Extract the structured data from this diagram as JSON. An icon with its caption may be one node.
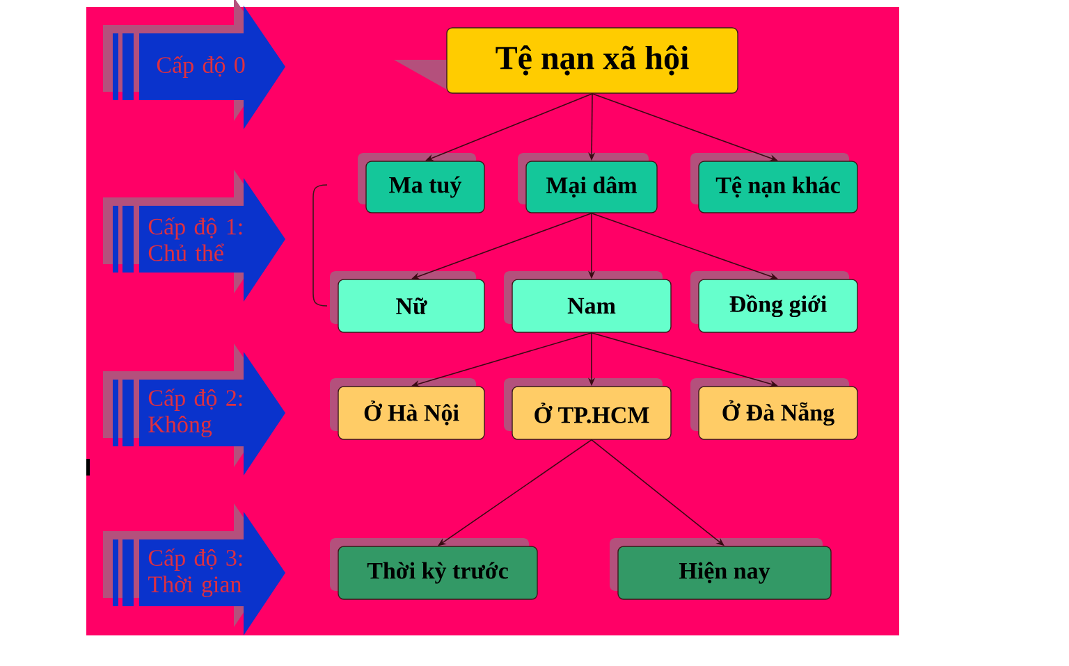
{
  "diagram": {
    "nodes": [
      {
        "text": [
          "Cấp độ 0"
        ]
      },
      {
        "text": [
          "Cấp độ 1: Chủ thể"
        ]
      },
      {
        "text": [
          "Cấp độ 2: Không"
        ]
      },
      {
        "text": [
          "Cấp độ 3: Thời gian"
        ]
      },
      {
        "text": [
          "Tệ nạn xã hội"
        ]
      },
      {
        "text": [
          "Ma tuý"
        ]
      },
      {
        "text": [
          "Mại dâm"
        ]
      },
      {
        "text": [
          "Tệ nạn khác"
        ]
      },
      {
        "text": [
          "Nữ"
        ]
      },
      {
        "text": [
          "Nam"
        ]
      },
      {
        "text": [
          "Đồng giới"
        ]
      },
      {
        "text": [
          "Ở Hà Nội"
        ]
      },
      {
        "text": [
          "Ở TP.HCM"
        ]
      },
      {
        "text": [
          "Ở Đà Nẵng"
        ]
      },
      {
        "text": [
          "Thời kỳ trước"
        ]
      },
      {
        "text": [
          "Hiện nay"
        ]
      }
    ],
    "edges": [
      {
        "from": 4,
        "to": 5,
        "arrow": "to"
      },
      {
        "from": 4,
        "to": 6,
        "arrow": "to"
      },
      {
        "from": 4,
        "to": 7,
        "arrow": "to"
      },
      {
        "from": 6,
        "to": 8,
        "arrow": "to"
      },
      {
        "from": 6,
        "to": 9,
        "arrow": "to"
      },
      {
        "from": 6,
        "to": 10,
        "arrow": "to"
      },
      {
        "from": 9,
        "to": 11,
        "arrow": "to"
      },
      {
        "from": 9,
        "to": 12,
        "arrow": "to"
      },
      {
        "from": 9,
        "to": 13,
        "arrow": "to"
      },
      {
        "from": 12,
        "to": 14,
        "arrow": "to"
      },
      {
        "from": 12,
        "to": 15,
        "arrow": "to"
      }
    ]
  }
}
